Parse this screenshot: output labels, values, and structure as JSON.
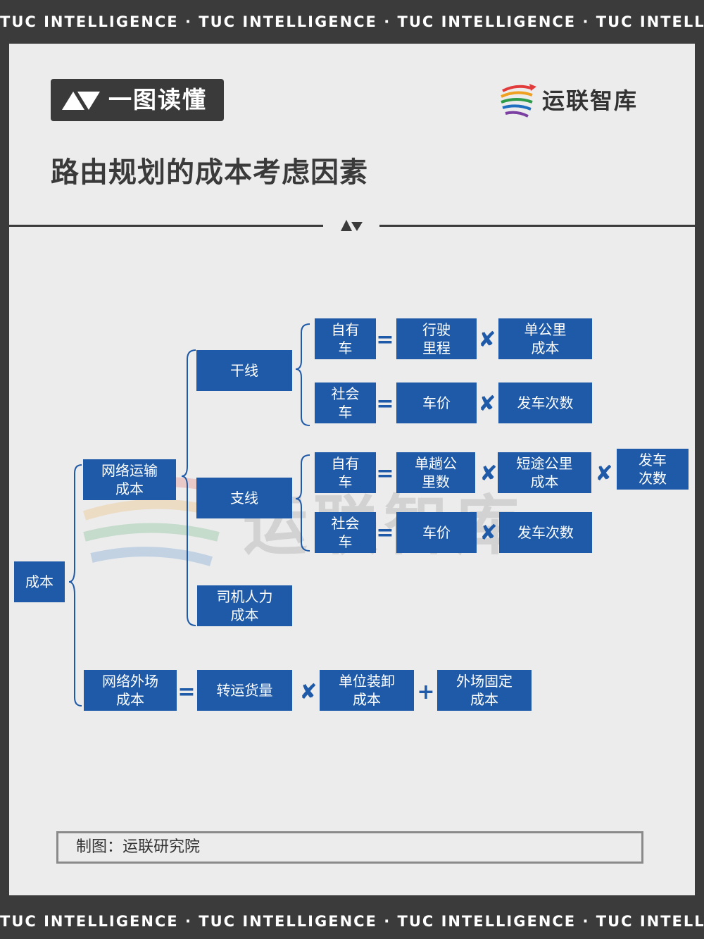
{
  "band_text": "TUC INTELLIGENCE · TUC INTELLIGENCE · TUC INTELLIGENCE · TUC INTELLIGENCE",
  "badge": "一图读懂",
  "logo": "运联智库",
  "title": "路由规划的成本考虑因素",
  "watermark": "运联智库",
  "credit": "制图：运联研究院",
  "colors": {
    "box": "#1e5aa8",
    "background": "#ececed",
    "frame": "#3b3b3b"
  },
  "tree": {
    "root": "成本",
    "network_transport": "网络运输\n成本",
    "trunk": "干线",
    "branch": "支线",
    "driver": "司机人力\n成本",
    "outfield": "网络外场\n成本"
  },
  "trunk_rows": [
    {
      "a": "自有\n车",
      "op1": "=",
      "b": "行驶\n里程",
      "op2": "✘",
      "c": "单公里\n成本"
    },
    {
      "a": "社会\n车",
      "op1": "=",
      "b": "车价",
      "op2": "✘",
      "c": "发车次数"
    }
  ],
  "branch_rows": [
    {
      "a": "自有\n车",
      "op1": "=",
      "b": "单趟公\n里数",
      "op2": "✘",
      "c": "短途公里\n成本",
      "op3": "✘",
      "d": "发车\n次数"
    },
    {
      "a": "社会\n车",
      "op1": "=",
      "b": "车价",
      "op2": "✘",
      "c": "发车次数"
    }
  ],
  "outfield_row": {
    "op1": "=",
    "a": "转运货量",
    "op2": "✘",
    "b": "单位装卸\n成本",
    "op3": "+",
    "c": "外场固定\n成本"
  }
}
